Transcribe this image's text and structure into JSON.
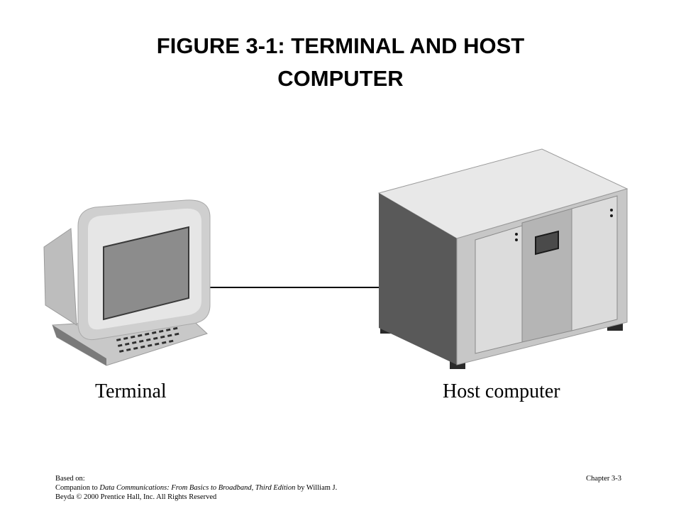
{
  "title": {
    "line1": "FIGURE 3-1: TERMINAL AND HOST",
    "line2": "COMPUTER"
  },
  "diagram": {
    "terminal_label": "Terminal",
    "host_label": "Host computer"
  },
  "footer": {
    "based_on": "Based on:",
    "companion_prefix": "Companion to",
    "book_title": "Data Communications: From Basics to Broadband, Third Edition",
    "by_author": "by William J.",
    "copyright": "Beyda © 2000 Prentice Hall, Inc. All Rights Reserved",
    "chapter": "Chapter 3-3"
  }
}
